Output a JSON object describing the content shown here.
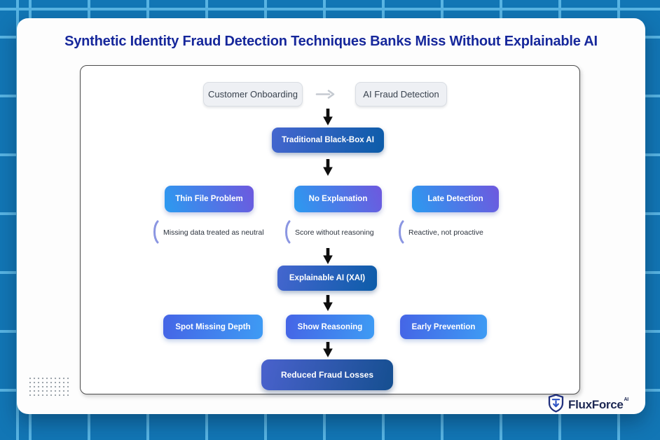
{
  "title": "Synthetic Identity Fraud Detection Techniques Banks Miss Without Explainable AI",
  "flow": {
    "top_row": {
      "left_label": "Customer Onboarding",
      "right_label": "AI Fraud Detection"
    },
    "stage1": "Traditional Black-Box AI",
    "problems": [
      {
        "label": "Thin File Problem",
        "caption": "Missing data treated as neutral"
      },
      {
        "label": "No Explanation",
        "caption": "Score without reasoning"
      },
      {
        "label": "Late Detection",
        "caption": "Reactive, not proactive"
      }
    ],
    "stage2": "Explainable AI (XAI)",
    "benefits": [
      {
        "label": "Spot Missing Depth"
      },
      {
        "label": "Show Reasoning"
      },
      {
        "label": "Early Prevention"
      }
    ],
    "result": "Reduced Fraud Losses"
  },
  "logo": {
    "name": "FluxForce",
    "superscript": "AI"
  },
  "icons": [
    "arrow-right-icon",
    "arrow-down-icon",
    "bracket-icon",
    "shield-icon",
    "dot-grid"
  ],
  "colors": {
    "bg-base": "#1276b5",
    "bg-grid": "#58b4e3",
    "title": "#16279b",
    "box-gray-bg": "#eef0f4",
    "box-gray-border": "#d9dde3",
    "box-gray-text": "#39424e",
    "grad-dark-a": "#4566cf",
    "grad-dark-b": "#0c5ca8",
    "grad-prob-a": "#2b9bf0",
    "grad-prob-b": "#6e58de",
    "grad-ben-a": "#4565e6",
    "grad-ben-b": "#3e9bf4",
    "grad-res-a": "#4a62cd",
    "grad-res-b": "#154f90",
    "arrow": "#0e0e0e",
    "muted-arrow": "#c5cad1",
    "bracket": "#8b96e2",
    "caption-text": "#2b323d",
    "logo-navy": "#1d2853"
  }
}
